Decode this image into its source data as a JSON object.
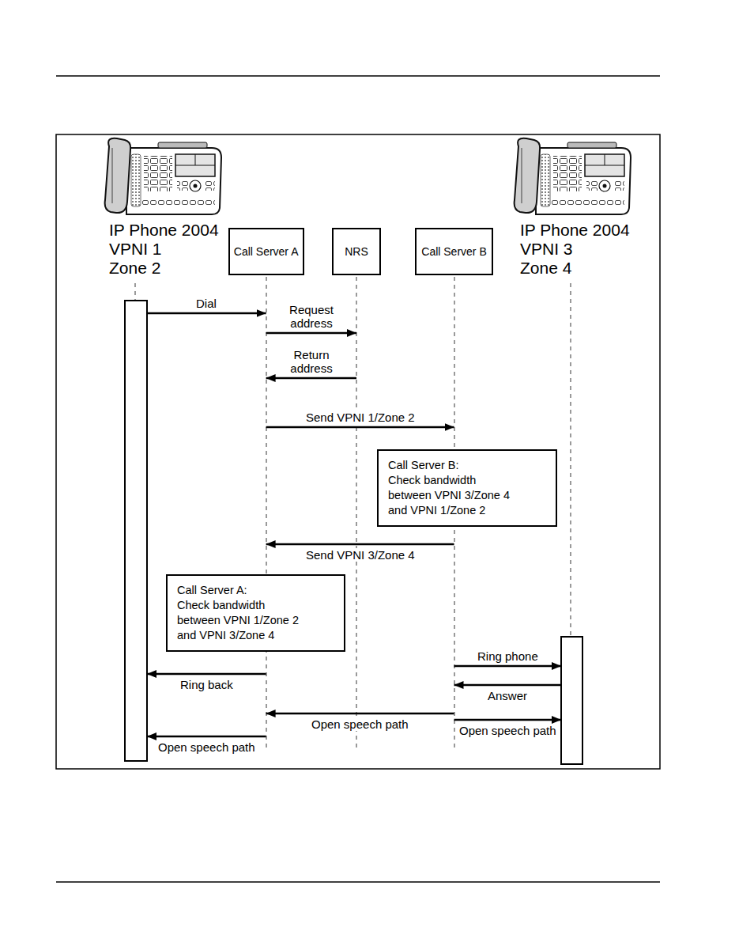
{
  "diagram": {
    "nodes": [
      {
        "text": [
          "IP Phone 2004",
          "VPNI 1",
          "Zone 2"
        ]
      },
      {
        "text": [
          "Call Server A"
        ]
      },
      {
        "text": [
          "NRS"
        ]
      },
      {
        "text": [
          "Call Server B"
        ]
      },
      {
        "text": [
          "IP Phone 2004",
          "VPNI 3",
          "Zone 4"
        ]
      },
      {
        "text": [
          "Call Server B:",
          "Check bandwidth between VPNI 3/Zone 4 and VPNI 1/Zone 2"
        ]
      },
      {
        "text": [
          "Call Server A:",
          "Check bandwidth between VPNI 1/Zone 2 and VPNI 3/Zone 4"
        ]
      }
    ],
    "edges": [
      {
        "from": 0,
        "to": 1,
        "label": "Dial",
        "arrow": "to"
      },
      {
        "from": 1,
        "to": 2,
        "label": "Request address",
        "arrow": "to"
      },
      {
        "from": 2,
        "to": 1,
        "label": "Return address",
        "arrow": "to"
      },
      {
        "from": 1,
        "to": 3,
        "label": "Send VPNI 1/Zone 2",
        "arrow": "to"
      },
      {
        "from": 3,
        "to": 1,
        "label": "Send VPNI 3/Zone 4",
        "arrow": "to"
      },
      {
        "from": 3,
        "to": 4,
        "label": "Ring phone",
        "arrow": "to"
      },
      {
        "from": 1,
        "to": 0,
        "label": "Ring back",
        "arrow": "to"
      },
      {
        "from": 4,
        "to": 3,
        "label": "Answer",
        "arrow": "to"
      },
      {
        "from": 3,
        "to": 1,
        "label": "Open speech path",
        "arrow": "to"
      },
      {
        "from": 3,
        "to": 4,
        "label": "Open speech path",
        "arrow": "to"
      },
      {
        "from": 1,
        "to": 0,
        "label": "Open speech path",
        "arrow": "to"
      }
    ]
  }
}
